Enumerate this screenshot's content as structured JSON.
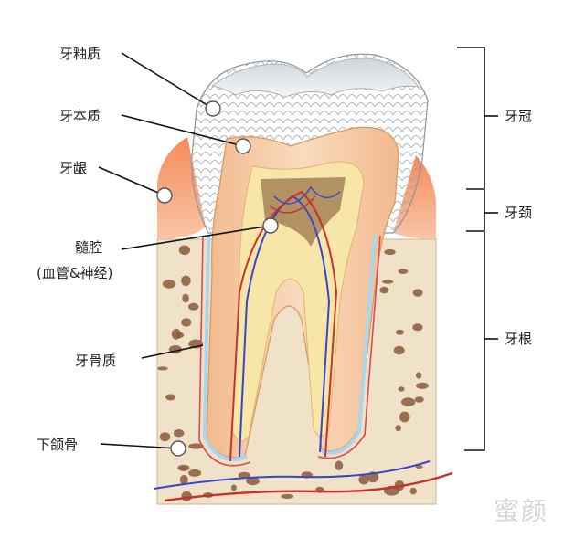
{
  "labels": {
    "enamel": "牙釉质",
    "dentin": "牙本质",
    "gum": "牙龈",
    "pulp_line1": "髓腔",
    "pulp_line2": "(血管&神经)",
    "cementum": "牙骨质",
    "jawbone": "下颌骨",
    "crown": "牙冠",
    "neck": "牙颈",
    "root": "牙根"
  },
  "watermark": "蜜颜",
  "colors": {
    "enamel": "#e9edf0",
    "dentin": "#f4c9a0",
    "pulp": "#f7e6a8",
    "gum": "#f3a076",
    "bone": "#efe2c8",
    "bone_pore": "#8a5a3c",
    "vein": "#3a46c8",
    "artery": "#c8322a",
    "leader": "#111111"
  }
}
